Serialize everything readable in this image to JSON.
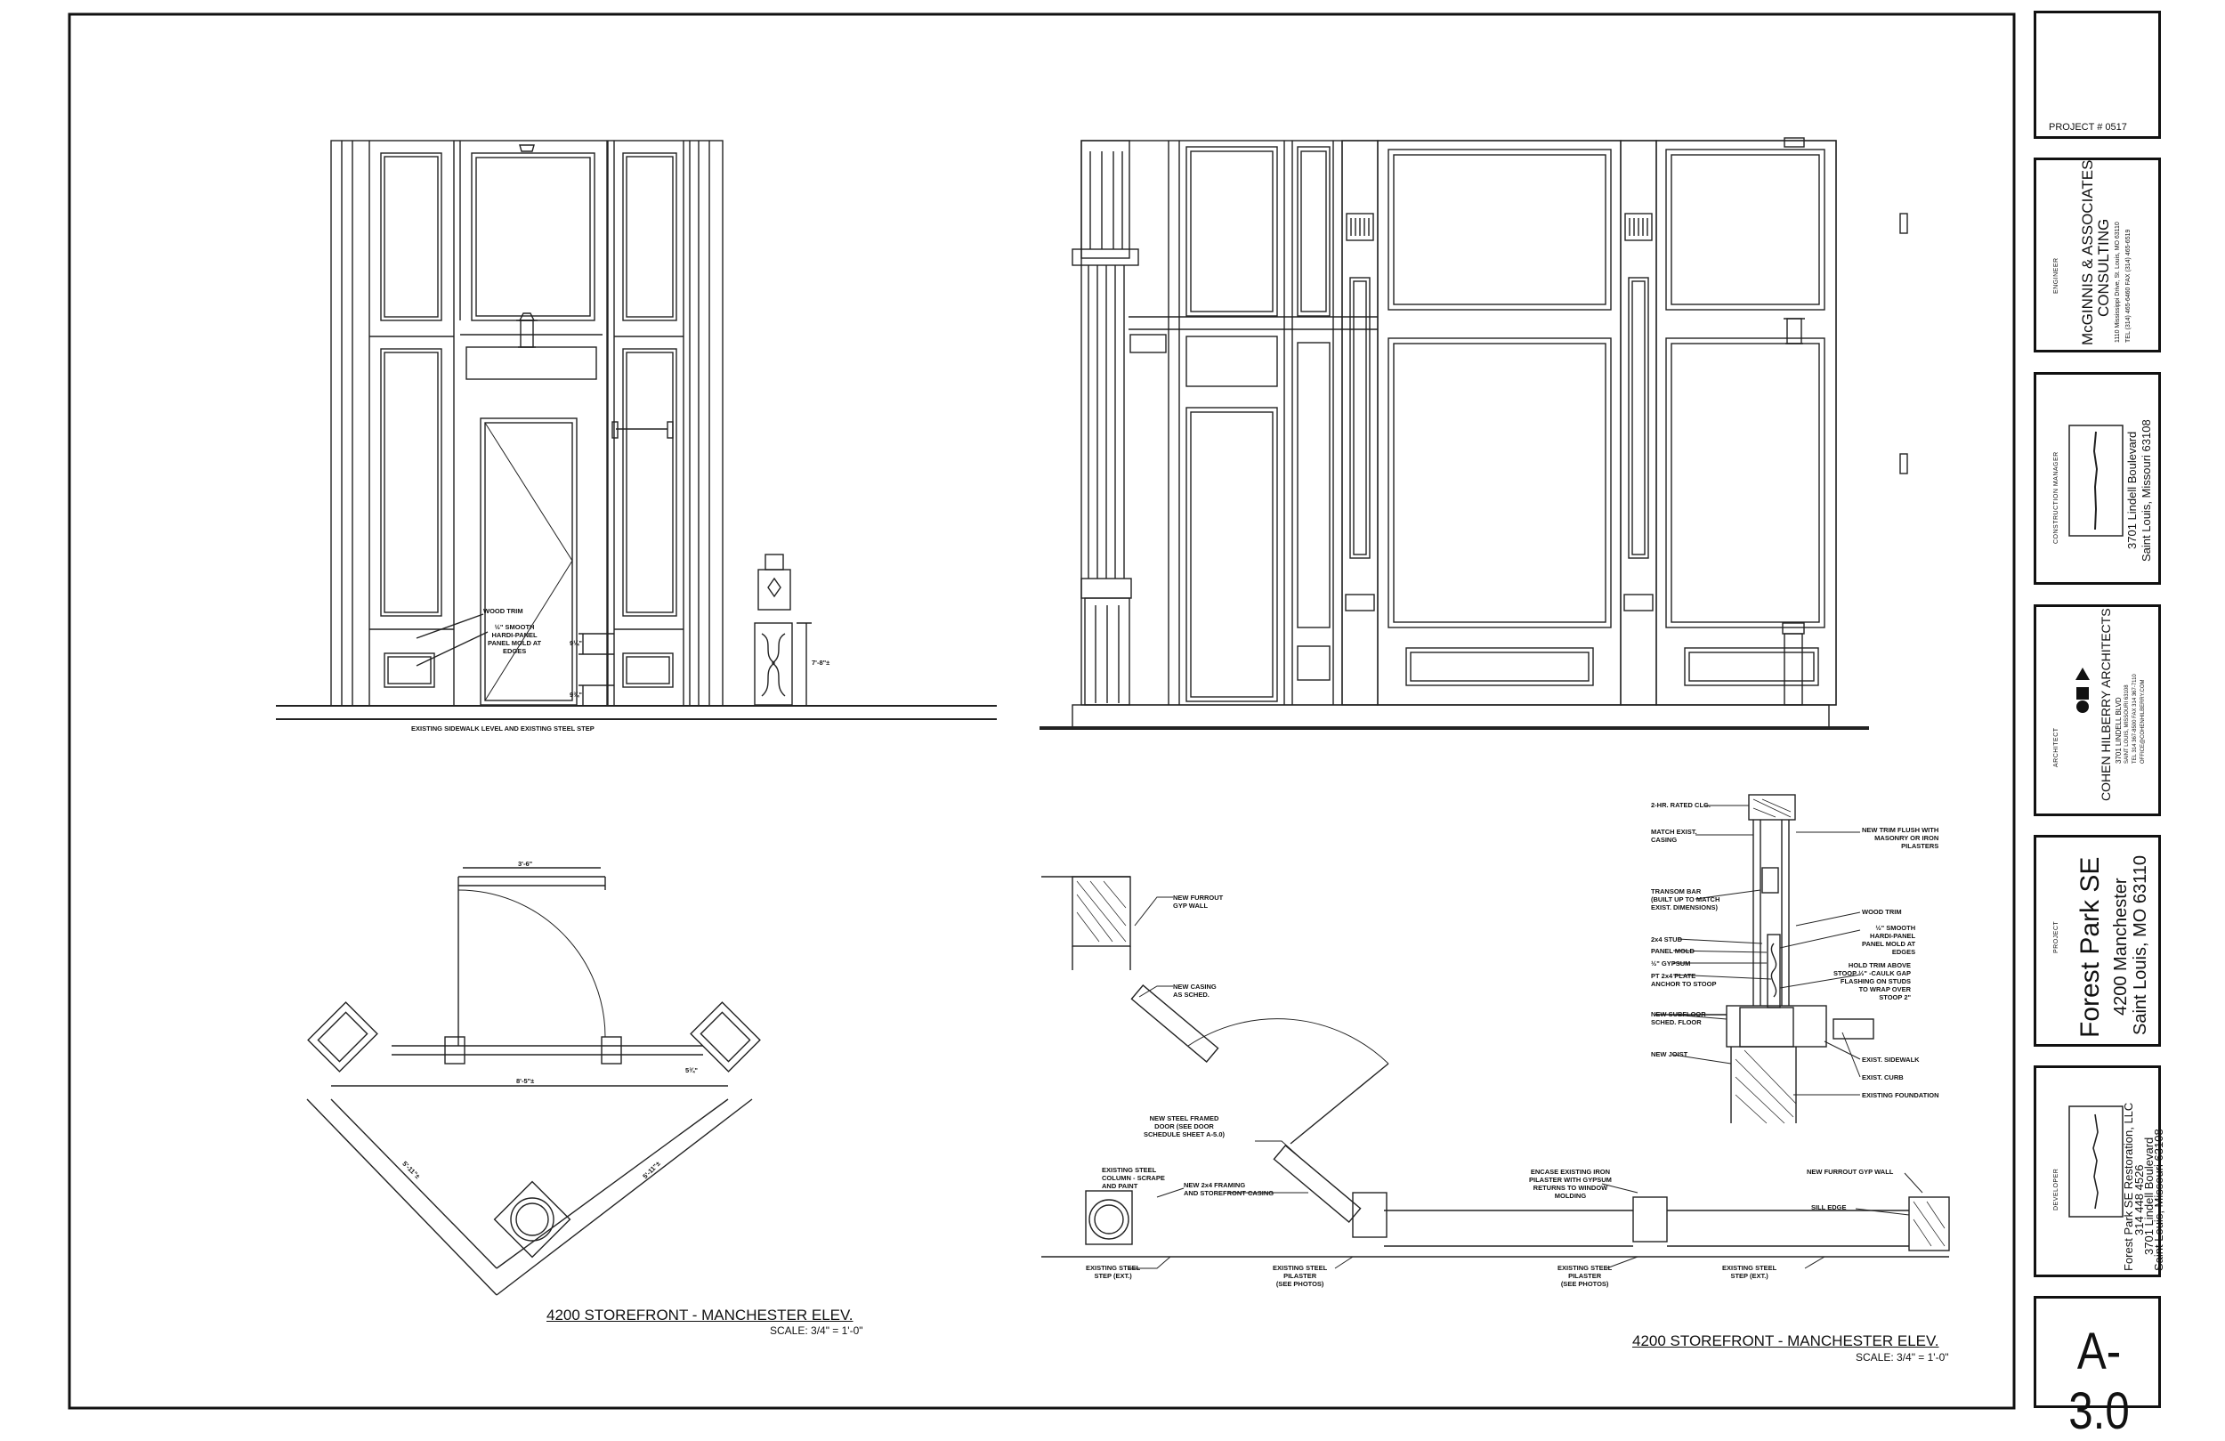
{
  "sheet": {
    "number": "A-3.0",
    "project_no": "PROJECT # 0517"
  },
  "titleblock": {
    "engineer": {
      "role": "ENGINEER",
      "name_line1": "McGINNIS & ASSOCIATES",
      "name_line2": "CONSULTING",
      "address": "1110 Mississippi Drive, St. Louis, MO 63110",
      "phone": "TEL (314) 465-6460   FAX (314) 465-6519"
    },
    "construction_manager": {
      "role": "CONSTRUCTION MANAGER",
      "address1": "3701 Lindell Boulevard",
      "address2": "Saint Louis, Missouri 63108"
    },
    "architect": {
      "role": "ARCHITECT",
      "name": "COHEN   HILBERRY   ARCHITECTS",
      "address": "3701 LINDELL BLVD",
      "city": "SAINT LOUIS,  MISSOURI  63108",
      "phone": "TEL 314 367-8500   FAX 314 367-7110",
      "email": "OFFICE@COHENHILBERRY.COM"
    },
    "project": {
      "role": "PROJECT",
      "name": "Forest Park SE",
      "address1": "4200 Manchester",
      "address2": "Saint Louis, MO 63110"
    },
    "developer": {
      "role": "DEVELOPER",
      "name": "Forest Park SE Restoration, LLC",
      "phone": "314 448 4526",
      "address1": "3701 Lindell Boulevard",
      "address2": "Saint Louis, Missouri 63108"
    }
  },
  "views": {
    "left": {
      "title": "4200 STOREFRONT - MANCHESTER ELEV.",
      "scale": "SCALE: 3/4\" = 1'-0\"",
      "sidewalk_note": "EXISTING SIDEWALK LEVEL AND EXISTING STEEL STEP",
      "note_wood_trim": "WOOD TRIM",
      "note_panel": "½\" SMOOTH\nHARDI-PANEL\nPANEL MOLD AT\nEDGES",
      "dim_rail_top": "9¼\"",
      "dim_rail_bot": "9¾\"",
      "dim_lamp": "7'-8\"±",
      "dim_door": "3'-6\"",
      "dim_width": "8'-5\"±",
      "dim_side_a": "5'-11\"±",
      "dim_side_b": "5'-11\"±",
      "dim_corner": "5¾\""
    },
    "right": {
      "title": "4200 STOREFRONT - MANCHESTER ELEV.",
      "scale": "SCALE: 3/4\" = 1'-0\"",
      "notes": [
        "NEW FURROUT\nGYP WALL",
        "NEW CASING\nAS SCHED.",
        "NEW STEEL FRAMED\nDOOR (SEE DOOR\nSCHEDULE SHEET A-5.0)",
        "EXISTING STEEL\nCOLUMN - SCRAPE\nAND PAINT",
        "NEW 2x4 FRAMING\nAND STOREFRONT CASING",
        "ENCASE EXISTING IRON\nPILASTER WITH GYPSUM\nRETURNS TO WINDOW\nMOLDING",
        "NEW FURROUT GYP WALL",
        "SILL EDGE",
        "EXISTING STEEL\nSTEP (EXT.)",
        "EXISTING STEEL\nPILASTER\n(SEE PHOTOS)",
        "EXISTING STEEL\nPILASTER\n(SEE PHOTOS)",
        "EXISTING STEEL\nSTEP (EXT.)"
      ]
    },
    "section": {
      "left_notes": [
        "2-HR. RATED CLG.",
        "MATCH EXIST.\nCASING",
        "TRANSOM BAR\n(BUILT UP TO MATCH\nEXIST. DIMENSIONS)",
        "2x4 STUD",
        "PANEL MOLD",
        "½\" GYPSUM",
        "PT 2x4 PLATE\nANCHOR TO STOOP",
        "NEW SUBFLOOR\nSCHED. FLOOR",
        "NEW JOIST"
      ],
      "right_notes": [
        "NEW TRIM FLUSH WITH\nMASONRY OR IRON\nPILASTERS",
        "WOOD TRIM",
        "½\" SMOOTH\nHARDI-PANEL\nPANEL MOLD AT\nEDGES",
        "HOLD TRIM ABOVE\nSTOOP ½\" -CAULK GAP\nFLASHING ON STUDS\nTO WRAP OVER\nSTOOP 2\"",
        "EXIST. SIDEWALK",
        "EXIST. CURB",
        "EXISTING FOUNDATION"
      ]
    }
  }
}
